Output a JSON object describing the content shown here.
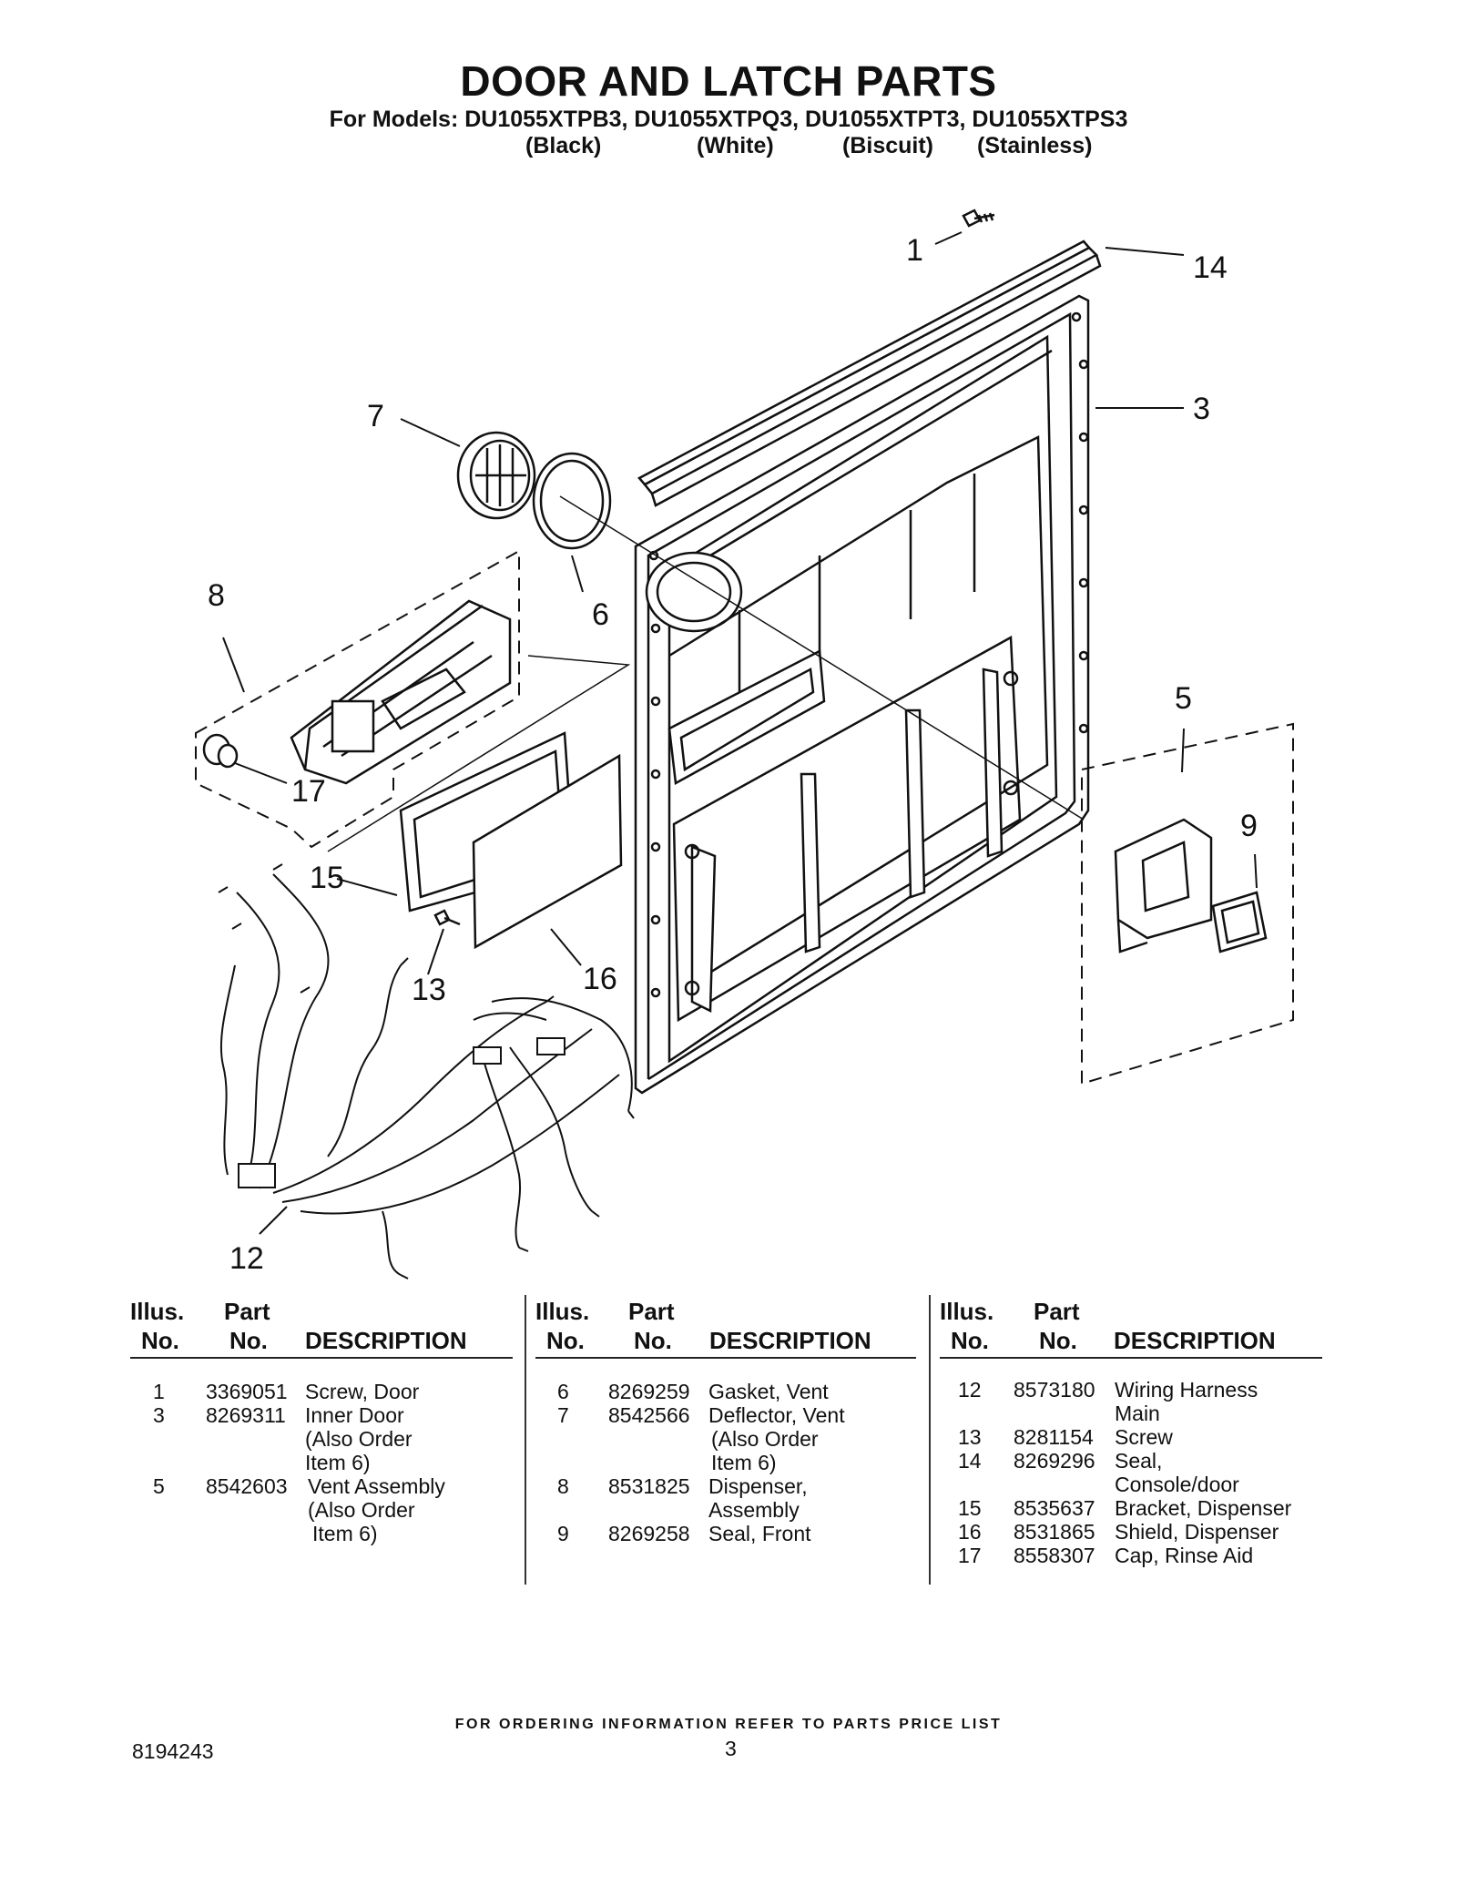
{
  "header": {
    "title": "DOOR AND LATCH PARTS",
    "models": "For Models: DU1055XTPB3, DU1055XTPQ3, DU1055XTPT3, DU1055XTPS3",
    "colors": [
      "(Black)",
      "(White)",
      "(Biscuit)",
      "(Stainless)"
    ]
  },
  "diagram": {
    "callouts": [
      "1",
      "14",
      "3",
      "7",
      "6",
      "8",
      "5",
      "9",
      "17",
      "15",
      "16",
      "13",
      "12"
    ]
  },
  "table": {
    "headers": {
      "illus_top": "Illus.",
      "illus_bottom": "No.",
      "part_top": "Part",
      "part_bottom": "No.",
      "description": "DESCRIPTION"
    },
    "columns": [
      {
        "rows": [
          {
            "illus": "1",
            "part": "3369051",
            "desc": [
              "Screw, Door"
            ]
          },
          {
            "illus": "3",
            "part": "8269311",
            "desc": [
              "Inner Door",
              "(Also Order",
              "Item 6)"
            ]
          },
          {
            "illus": "5",
            "part": "8542603",
            "desc": [
              "Vent Assembly",
              "(Also Order",
              " Item 6)"
            ]
          }
        ]
      },
      {
        "rows": [
          {
            "illus": "6",
            "part": "8269259",
            "desc": [
              "Gasket, Vent"
            ]
          },
          {
            "illus": "7",
            "part": "8542566",
            "desc": [
              "Deflector, Vent",
              "(Also Order",
              "Item 6)"
            ]
          },
          {
            "illus": "8",
            "part": "8531825",
            "desc": [
              "Dispenser,",
              " Assembly"
            ]
          },
          {
            "illus": "9",
            "part": "8269258",
            "desc": [
              "Seal, Front"
            ]
          }
        ]
      },
      {
        "rows": [
          {
            "illus": "12",
            "part": "8573180",
            "desc": [
              "Wiring Harness",
              "Main"
            ]
          },
          {
            "illus": "13",
            "part": "8281154",
            "desc": [
              "Screw"
            ]
          },
          {
            "illus": "14",
            "part": "8269296",
            "desc": [
              "Seal,",
              "Console/door"
            ]
          },
          {
            "illus": "15",
            "part": "8535637",
            "desc": [
              "Bracket, Dispenser"
            ]
          },
          {
            "illus": "16",
            "part": "8531865",
            "desc": [
              "Shield, Dispenser"
            ]
          },
          {
            "illus": "17",
            "part": "8558307",
            "desc": [
              "Cap, Rinse Aid"
            ]
          }
        ]
      }
    ]
  },
  "footer": {
    "note": "FOR ORDERING INFORMATION REFER TO PARTS PRICE LIST",
    "doc_number": "8194243",
    "page_number": "3"
  }
}
